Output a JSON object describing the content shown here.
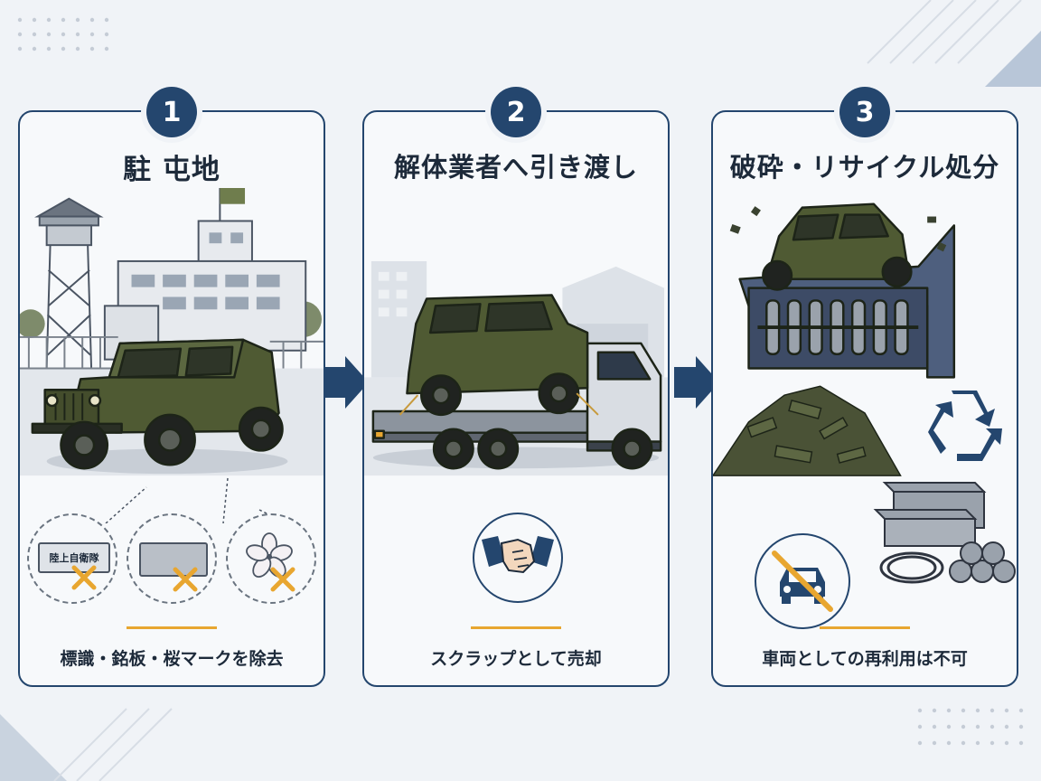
{
  "steps": [
    {
      "number": "1",
      "title": "駐 屯地",
      "caption": "標識・銘板・桜マークを除去"
    },
    {
      "number": "2",
      "title": "解体業者へ引き渡し",
      "caption": "スクラップとして売却"
    },
    {
      "number": "3",
      "title": "破砕・リサイクル処分",
      "caption": "車両としての再利用は不可"
    }
  ],
  "removed_items": {
    "sign_text": "陸上自衛隊",
    "icons": [
      "sign-plate-icon",
      "blank-plate-icon",
      "cherry-blossom-icon"
    ]
  },
  "colors": {
    "navy": "#24466e",
    "olive": "#4f5a33",
    "accent": "#e8a630",
    "background": "#f0f3f7"
  },
  "icons": [
    "handshake-icon",
    "recycle-icon",
    "no-car-icon",
    "arrow-right-icon"
  ]
}
